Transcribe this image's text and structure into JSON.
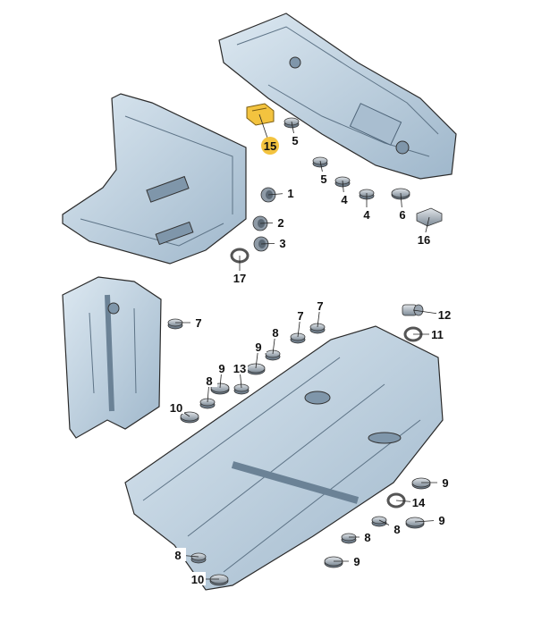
{
  "diagram": {
    "highlight_color": "#f3c33f",
    "body_color": "#c9d9e6",
    "body_dark_color": "#8fa9bf",
    "line_color": "#2b2b2b",
    "callouts": [
      {
        "id": "c15",
        "label": "15",
        "highlighted": true
      },
      {
        "id": "c5a",
        "label": "5"
      },
      {
        "id": "c5b",
        "label": "5"
      },
      {
        "id": "c4a",
        "label": "4"
      },
      {
        "id": "c4b",
        "label": "4"
      },
      {
        "id": "c6",
        "label": "6"
      },
      {
        "id": "c16",
        "label": "16"
      },
      {
        "id": "c1",
        "label": "1"
      },
      {
        "id": "c2",
        "label": "2"
      },
      {
        "id": "c3",
        "label": "3"
      },
      {
        "id": "c17",
        "label": "17"
      },
      {
        "id": "c7a",
        "label": "7"
      },
      {
        "id": "c7b",
        "label": "7"
      },
      {
        "id": "c7c",
        "label": "7"
      },
      {
        "id": "c12",
        "label": "12"
      },
      {
        "id": "c11",
        "label": "11"
      },
      {
        "id": "c9a",
        "label": "9"
      },
      {
        "id": "c8a",
        "label": "8"
      },
      {
        "id": "c13",
        "label": "13"
      },
      {
        "id": "c9b",
        "label": "9"
      },
      {
        "id": "c8b",
        "label": "8"
      },
      {
        "id": "c10a",
        "label": "10"
      },
      {
        "id": "c9c",
        "label": "9"
      },
      {
        "id": "c14",
        "label": "14"
      },
      {
        "id": "c8c",
        "label": "8"
      },
      {
        "id": "c9d",
        "label": "9"
      },
      {
        "id": "c8d",
        "label": "8"
      },
      {
        "id": "c9e",
        "label": "9"
      },
      {
        "id": "c8e",
        "label": "8"
      },
      {
        "id": "c10b",
        "label": "10"
      }
    ]
  }
}
